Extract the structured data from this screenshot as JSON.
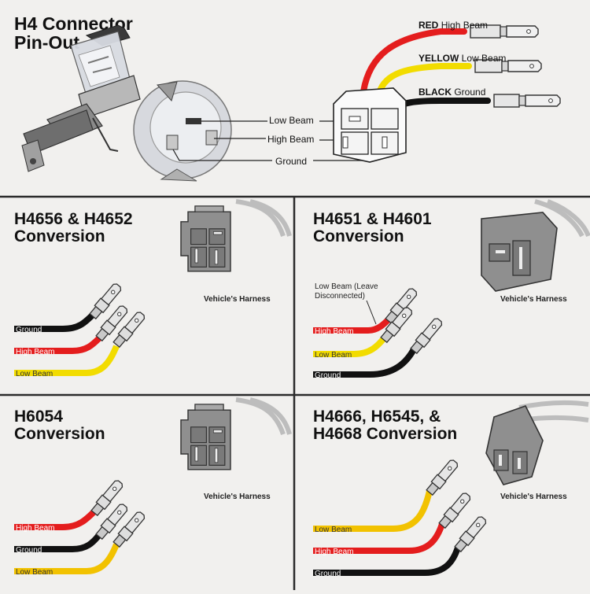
{
  "colors": {
    "red": "#e41d1d",
    "yellow": "#f2dc00",
    "black": "#111111",
    "background": "#f1f0ee",
    "divider": "#2b2b2b",
    "connector": "#9a9a9a"
  },
  "top": {
    "title_line1": "H4 Connector",
    "title_line2": "Pin-Out",
    "wires": {
      "red": {
        "prefix": "RED",
        "label": "High Beam"
      },
      "yellow": {
        "prefix": "YELLOW",
        "label": "Low Beam"
      },
      "black": {
        "prefix": "BLACK",
        "label": "Ground"
      }
    },
    "pins": {
      "low": "Low Beam",
      "high": "High Beam",
      "ground": "Ground"
    }
  },
  "panels": {
    "p1": {
      "title_line1": "H4656 & H4652",
      "title_line2": "Conversion",
      "harness": "Vehicle's Harness",
      "wires": [
        "Ground",
        "High Beam",
        "Low Beam"
      ]
    },
    "p2": {
      "title_line1": "H4651 & H4601",
      "title_line2": "Conversion",
      "harness": "Vehicle's Harness",
      "note_line1": "Low Beam (Leave",
      "note_line2": "Disconnected)",
      "wires": [
        "High Beam",
        "Low Beam",
        "Ground"
      ]
    },
    "p3": {
      "title_line1": "H6054",
      "title_line2": "Conversion",
      "harness": "Vehicle's Harness",
      "wires": [
        "High Beam",
        "Ground",
        "Low Beam"
      ]
    },
    "p4": {
      "title_line1": "H4666, H6545, &",
      "title_line2": "H4668 Conversion",
      "harness": "Vehicle's Harness",
      "wires": [
        "Low Beam",
        "High Beam",
        "Ground"
      ]
    }
  }
}
